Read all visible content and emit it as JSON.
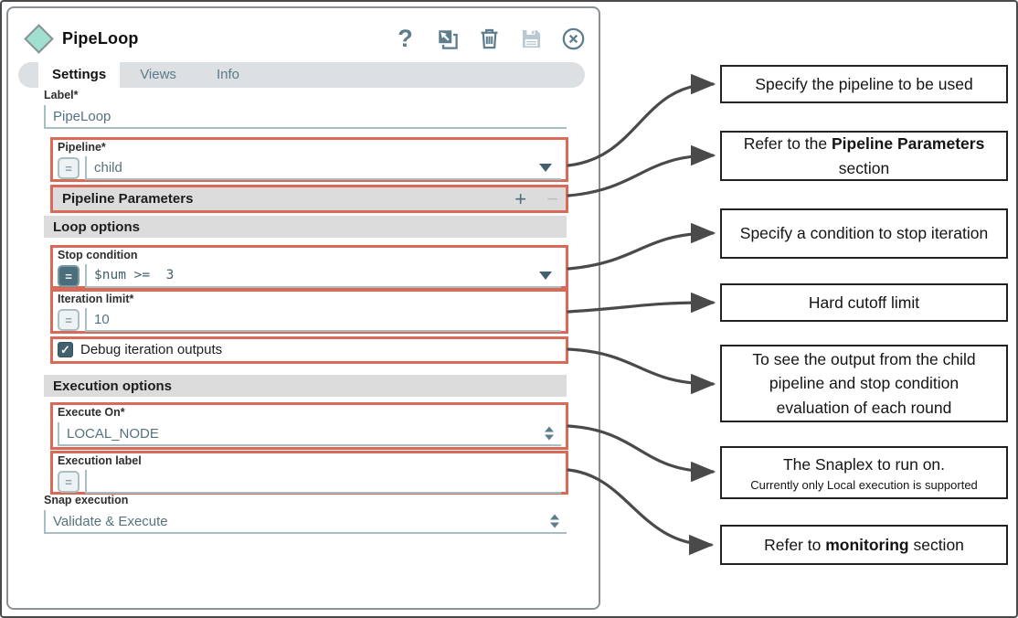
{
  "colors": {
    "highlight": "#d96a57",
    "slate": "#5d7d8c",
    "diamond_fill": "#9fe0d0"
  },
  "dialog": {
    "title": "PipeLoop",
    "toolbar": {
      "help": "?"
    },
    "tabs": {
      "settings": "Settings",
      "views": "Views",
      "info": "Info",
      "active": "Settings"
    },
    "fields": {
      "label": {
        "label": "Label*",
        "value": "PipeLoop"
      },
      "pipeline": {
        "label": "Pipeline*",
        "value": "child",
        "toggle": "="
      },
      "pipeline_parameters": {
        "title": "Pipeline Parameters",
        "add": "+",
        "remove": "−"
      },
      "loop_options": {
        "title": "Loop options"
      },
      "stop_condition": {
        "label": "Stop condition",
        "value": "$num >=  3",
        "toggle": "="
      },
      "iteration_limit": {
        "label": "Iteration limit*",
        "value": "10",
        "toggle": "="
      },
      "debug": {
        "label": "Debug iteration outputs",
        "checked": true,
        "check_glyph": "✓"
      },
      "execution_options": {
        "title": "Execution options"
      },
      "execute_on": {
        "label": "Execute On*",
        "value": "LOCAL_NODE"
      },
      "execution_label": {
        "label": "Execution label",
        "value": "",
        "toggle": "="
      },
      "snap_execution": {
        "label": "Snap execution",
        "value": "Validate & Execute"
      }
    }
  },
  "annotations": [
    {
      "text": "Specify the pipeline to be used"
    },
    {
      "pre": "Refer to the ",
      "bold": "Pipeline Parameters",
      "post": " section"
    },
    {
      "text": "Specify a condition to stop iteration"
    },
    {
      "text": "Hard cutoff limit"
    },
    {
      "text": "To see the output from the child pipeline and stop condition evaluation of each round"
    },
    {
      "text": "The Snaplex to run on.",
      "sub": "Currently only Local execution is supported"
    },
    {
      "pre": "Refer to ",
      "bold": "monitoring",
      "post": " section"
    }
  ]
}
